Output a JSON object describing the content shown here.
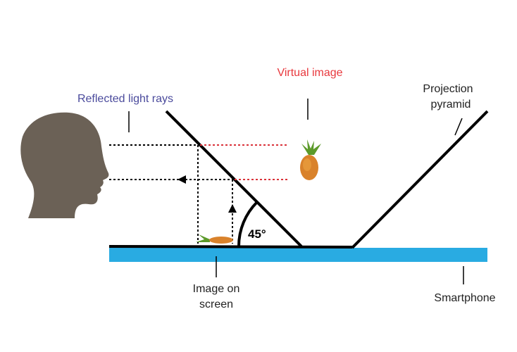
{
  "labels": {
    "virtual_image": "Virtual image",
    "reflected_rays": "Reflected light rays",
    "projection_line1": "Projection",
    "projection_line2": "pyramid",
    "image_screen_line1": "Image on",
    "image_screen_line2": "screen",
    "smartphone": "Smartphone",
    "angle": "45°"
  },
  "colors": {
    "virtual_image": "#e8383d",
    "reflected_rays": "#4a4a9c",
    "head": "#6b6156",
    "phone": "#29abe2",
    "ink": "#000000"
  }
}
